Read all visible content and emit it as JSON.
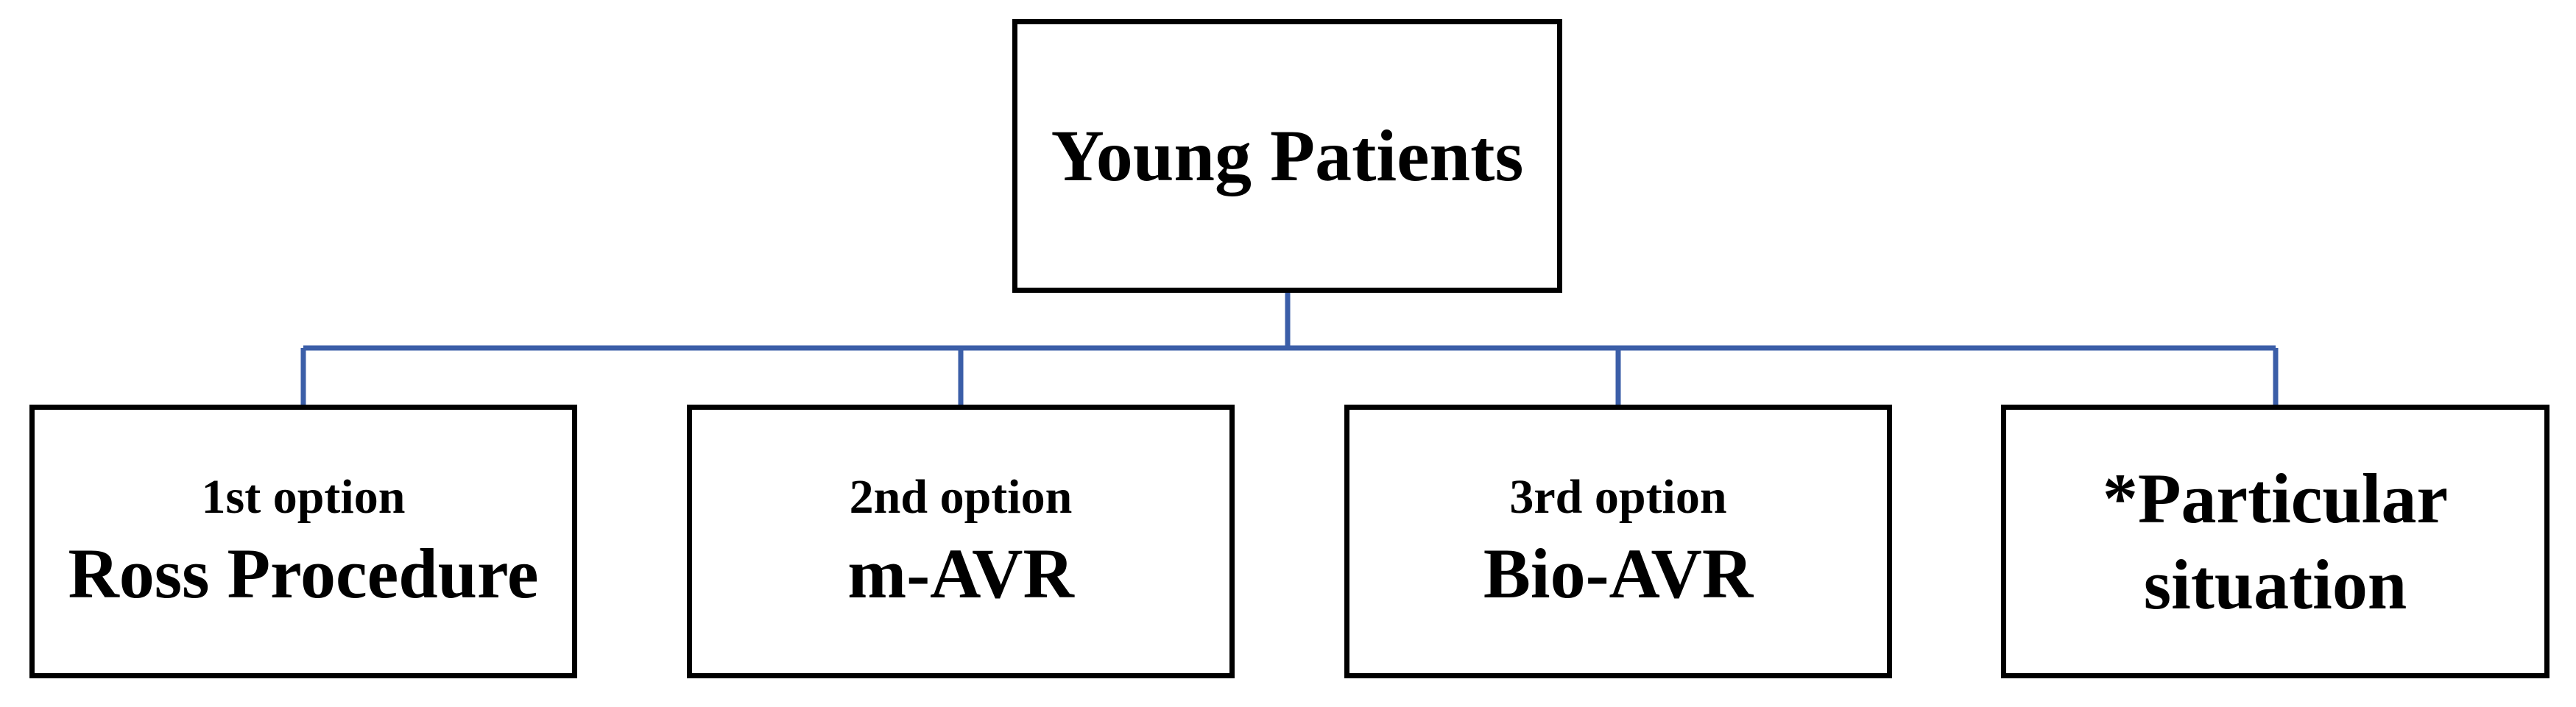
{
  "root": {
    "label": "Young Patients"
  },
  "options": [
    {
      "rank_label": "1st option",
      "title": "Ross Procedure"
    },
    {
      "rank_label": "2nd option",
      "title": "m-AVR"
    },
    {
      "rank_label": "3rd option",
      "title": "Bio-AVR"
    }
  ],
  "special": {
    "line1": "*Particular",
    "line2": "situation"
  },
  "colors": {
    "connector": "#3b5ea8",
    "box_border": "#000000",
    "text": "#000000",
    "background": "#ffffff"
  }
}
